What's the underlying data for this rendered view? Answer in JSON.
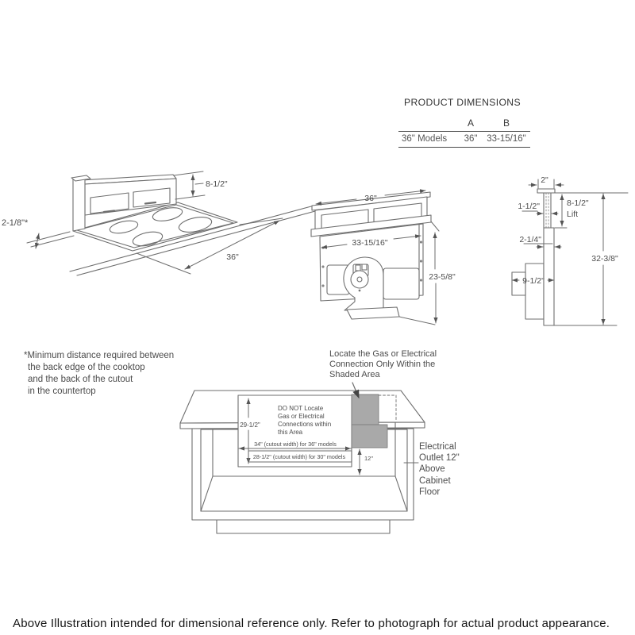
{
  "page": {
    "caption": "Above Illustration intended for dimensional reference only. Refer to photograph for actual product appearance."
  },
  "dimensions_table": {
    "title": "PRODUCT DIMENSIONS",
    "col_a": "A",
    "col_b": "B",
    "row": {
      "model": "36\" Models",
      "a": "36\"",
      "b": "33-15/16\""
    }
  },
  "iso_view": {
    "vent_height": "8-1/2\"",
    "back_gap": "2-1/8\"*",
    "width": "36\""
  },
  "front_view": {
    "width": "36\"",
    "inner_width": "33-15/16\"",
    "height": "23-5/8\""
  },
  "side_view": {
    "cap_width": "2\"",
    "vent_thickness": "1-1/2\"",
    "lift_value": "8-1/2\"",
    "lift_word": "Lift",
    "body_thickness": "2-1/4\"",
    "blower_depth": "9-1/2\"",
    "total_height": "32-3/8\""
  },
  "note": {
    "lines": [
      "*Minimum distance required between",
      "the back edge of the cooktop",
      "and the back of the cutout",
      "in the countertop"
    ]
  },
  "cabinet": {
    "locate_label": {
      "lines": [
        "Locate the Gas or Electrical",
        "Connection Only Within the",
        "Shaded Area"
      ]
    },
    "do_not_label": {
      "lines": [
        "DO NOT Locate",
        "Gas or Electrical",
        "Connections within",
        "this Area"
      ]
    },
    "cutout_height": "29-1/2\"",
    "cutout_36": "34\" (cutout width) for 36\" models",
    "cutout_30": "28-1/2\" (cutout width) for 30\" models",
    "outlet_height": "12\"",
    "outlet_label": {
      "lines": [
        "Electrical",
        "Outlet 12\"",
        "Above",
        "Cabinet",
        "Floor"
      ]
    },
    "shaded_color": "#a9a9a9"
  }
}
